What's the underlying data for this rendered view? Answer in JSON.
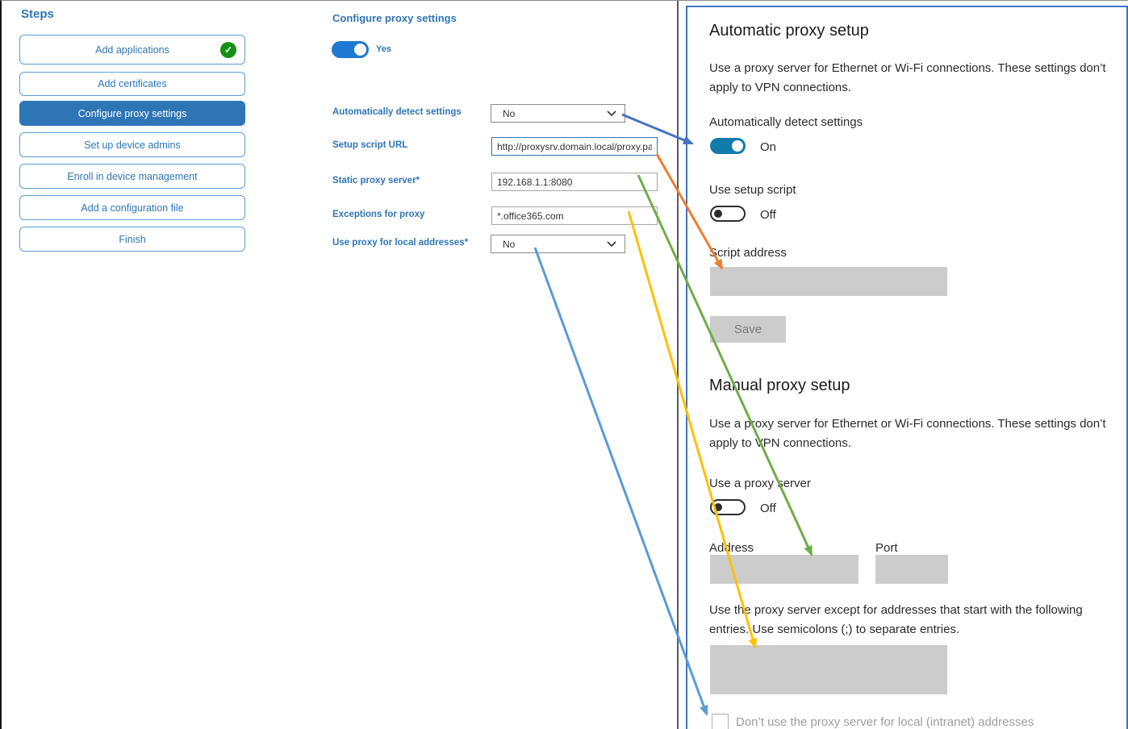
{
  "colors": {
    "accent_blue": "#2e75b6",
    "outline_blue": "#5b9bd5",
    "wizard_toggle_blue": "#1f78d1",
    "windows_toggle_blue": "#0f7cab",
    "panel_border_blue": "#4472c4",
    "check_green": "#149114",
    "gray_field": "#cccccc"
  },
  "icons": {
    "completed_check": "✓"
  },
  "sidebar": {
    "title": "Steps",
    "items": [
      {
        "label": "Add applications",
        "status": "completed"
      },
      {
        "label": "Add certificates",
        "status": "normal"
      },
      {
        "label": "Configure proxy settings",
        "status": "active"
      },
      {
        "label": "Set up device admins",
        "status": "normal"
      },
      {
        "label": "Enroll in device management",
        "status": "normal"
      },
      {
        "label": "Add a configuration file",
        "status": "normal"
      },
      {
        "label": "Finish",
        "status": "normal"
      }
    ]
  },
  "wizard": {
    "title": "Configure proxy settings",
    "enabled_toggle": {
      "state": "on",
      "label": "Yes"
    },
    "fields": [
      {
        "label": "Automatically detect settings",
        "type": "dropdown",
        "value": "No"
      },
      {
        "label": "Setup script URL",
        "type": "text",
        "value": "http://proxysrv.domain.local/proxy.pa"
      },
      {
        "label": "Static proxy server*",
        "type": "text",
        "value": "192.168.1.1:8080"
      },
      {
        "label": "Exceptions for proxy",
        "type": "text",
        "value": "*.office365.com"
      },
      {
        "label": "Use proxy for local addresses*",
        "type": "dropdown",
        "value": "No"
      }
    ]
  },
  "settings": {
    "automatic": {
      "heading": "Automatic proxy setup",
      "description": "Use a proxy server for Ethernet or Wi-Fi connections. These settings don’t apply to VPN connections.",
      "detect_label": "Automatically detect settings",
      "detect_state": "On",
      "script_toggle_label": "Use setup script",
      "script_toggle_state": "Off",
      "script_address_label": "Script address",
      "script_address_value": "",
      "save_button": "Save"
    },
    "manual": {
      "heading": "Manual proxy setup",
      "description": "Use a proxy server for Ethernet or Wi-Fi connections. These settings don’t apply to VPN connections.",
      "proxy_toggle_label": "Use a proxy server",
      "proxy_toggle_state": "Off",
      "address_label": "Address",
      "address_value": "",
      "port_label": "Port",
      "port_value": "",
      "exceptions_instruction": "Use the proxy server except for addresses that start with the following entries. Use semicolons (;) to separate entries.",
      "exceptions_value": "",
      "local_checkbox_label": "Don’t use the proxy server for local (intranet) addresses",
      "local_checkbox_checked": false
    }
  },
  "arrows": [
    {
      "name": "detect-setting-mapping",
      "color": "#4472c4",
      "from_field": "Automatically detect settings",
      "to_setting": "Automatically detect settings toggle"
    },
    {
      "name": "setup-script-url-mapping",
      "color": "#ed7d31",
      "from_field": "Setup script URL",
      "to_setting": "Script address"
    },
    {
      "name": "static-proxy-mapping",
      "color": "#70ad47",
      "from_field": "Static proxy server",
      "to_setting": "Address"
    },
    {
      "name": "proxy-exceptions-mapping",
      "color": "#ffc000",
      "from_field": "Exceptions for proxy",
      "to_setting": "Exceptions list"
    },
    {
      "name": "local-addresses-mapping",
      "color": "#5b9bd5",
      "from_field": "Use proxy for local addresses",
      "to_setting": "Local (intranet) addresses checkbox"
    }
  ]
}
